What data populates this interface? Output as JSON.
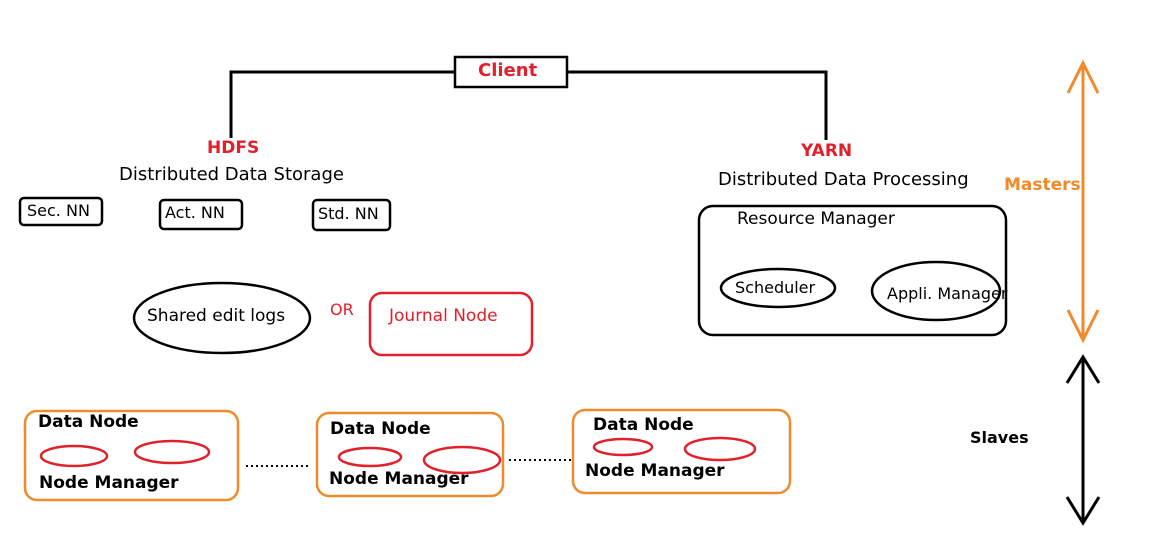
{
  "client": "Client",
  "hdfs": {
    "title": "HDFS",
    "subtitle": "Distributed Data Storage",
    "sec_nn": "Sec. NN",
    "act_nn": "Act. NN",
    "std_nn": "Std. NN",
    "shared_logs": "Shared edit logs",
    "or": "OR",
    "journal_node": "Journal Node"
  },
  "yarn": {
    "title": "YARN",
    "subtitle": "Distributed Data Processing",
    "resource_manager": "Resource Manager",
    "scheduler": "Scheduler",
    "app_manager": "Appli. Manager"
  },
  "tiers": {
    "masters": "Masters",
    "slaves": "Slaves"
  },
  "slave_nodes": [
    {
      "data_node": "Data Node",
      "node_manager": "Node Manager"
    },
    {
      "data_node": "Data Node",
      "node_manager": "Node Manager"
    },
    {
      "data_node": "Data Node",
      "node_manager": "Node Manager"
    }
  ],
  "colors": {
    "red": "#e0202a",
    "orange": "#f08a2c",
    "black": "#000000"
  }
}
